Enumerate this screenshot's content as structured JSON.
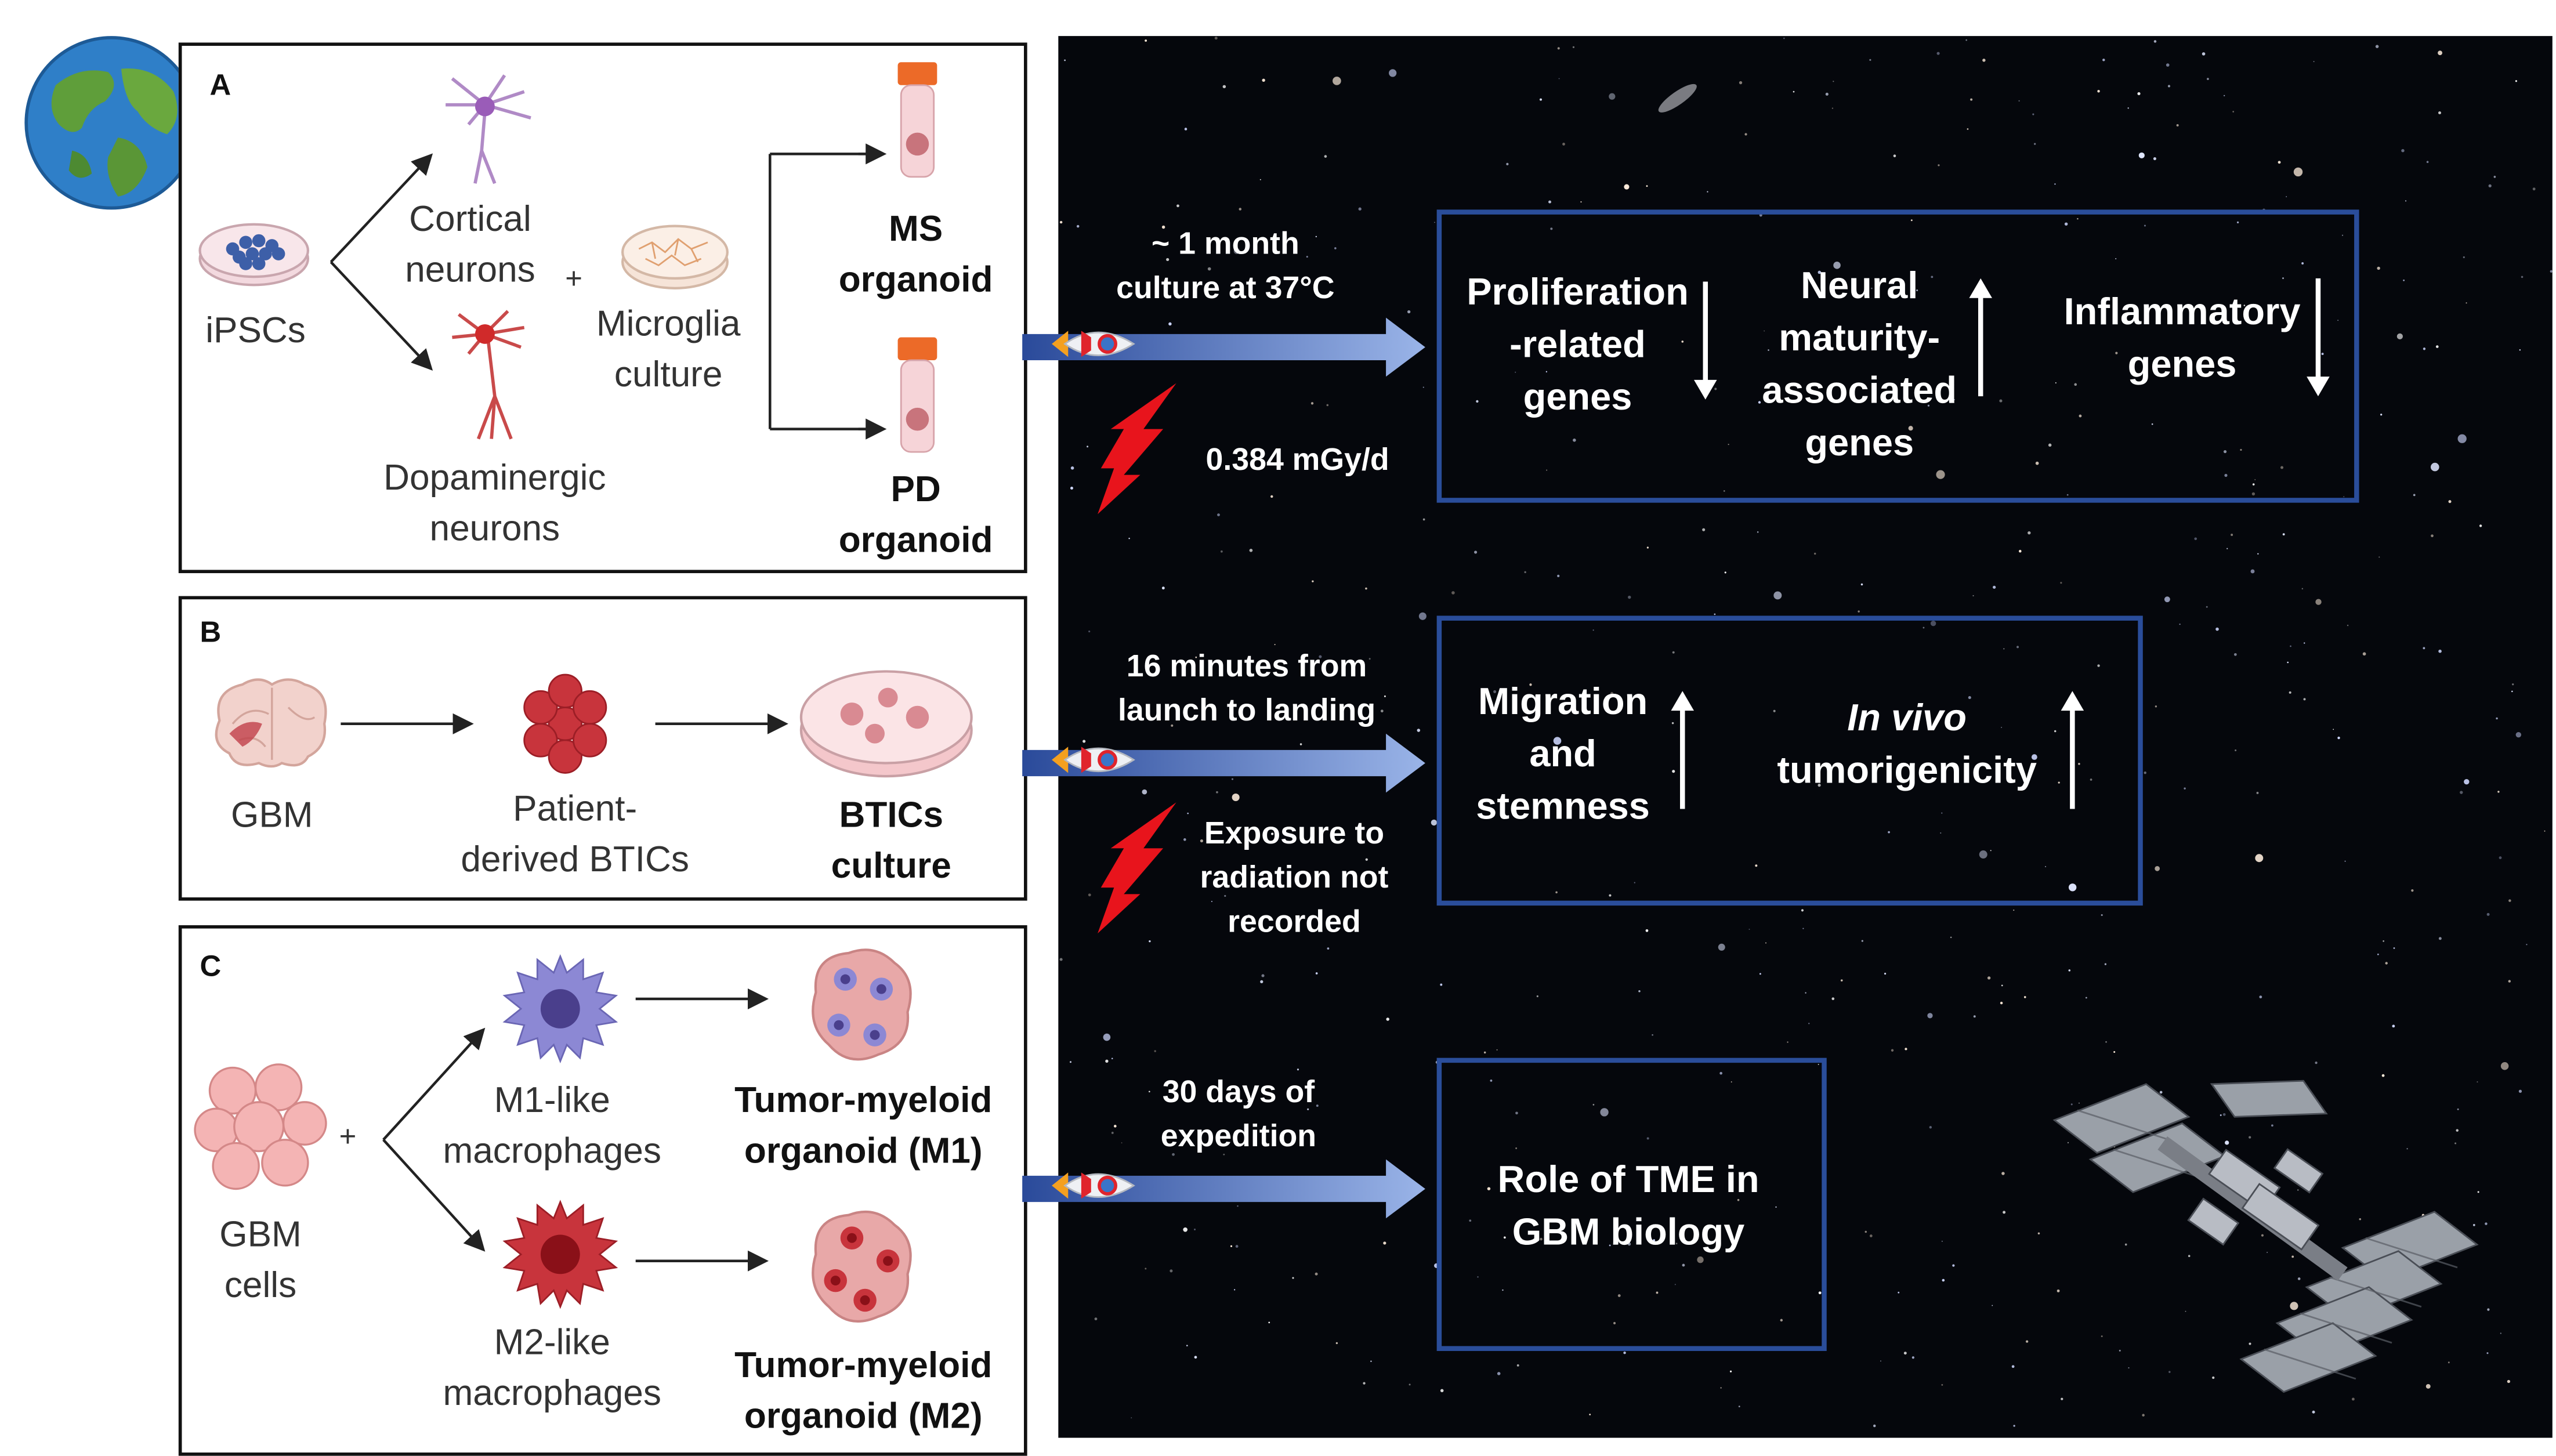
{
  "panels": {
    "a": {
      "letter": "A",
      "ipscs": "iPSCs",
      "cortical": [
        "Cortical",
        "neurons"
      ],
      "plus": "+",
      "microglia": [
        "Microglia",
        "culture"
      ],
      "dopaminergic": [
        "Dopaminergic",
        "neurons"
      ],
      "ms_organoid": [
        "MS",
        "organoid"
      ],
      "pd_organoid": [
        "PD",
        "organoid"
      ]
    },
    "b": {
      "letter": "B",
      "gbm": "GBM",
      "patient": [
        "Patient-",
        "derived BTICs"
      ],
      "btics": [
        "BTICs",
        "culture"
      ]
    },
    "c": {
      "letter": "C",
      "gbm_cells": [
        "GBM",
        "cells"
      ],
      "plus": "+",
      "m1": [
        "M1-like",
        "macrophages"
      ],
      "m2": [
        "M2-like",
        "macrophages"
      ],
      "tumor_m1": [
        "Tumor-myeloid",
        "organoid (M1)"
      ],
      "tumor_m2": [
        "Tumor-myeloid",
        "organoid (M2)"
      ]
    }
  },
  "space": {
    "a": {
      "arrow_text": [
        "~ 1 month",
        "culture at 37°C"
      ],
      "radiation": "0.384 mGy/d",
      "results": [
        {
          "label": [
            "Proliferation",
            "-related",
            "genes"
          ],
          "direction": "down"
        },
        {
          "label": [
            "Neural",
            "maturity-",
            "associated",
            "genes"
          ],
          "direction": "up"
        },
        {
          "label": [
            "Inflammatory",
            "genes"
          ],
          "direction": "down"
        }
      ]
    },
    "b": {
      "arrow_text": [
        "16 minutes from",
        "launch to landing"
      ],
      "radiation": [
        "Exposure to",
        "radiation not",
        "recorded"
      ],
      "results": [
        {
          "label": [
            "Migration",
            "and",
            "stemness"
          ],
          "direction": "up"
        },
        {
          "label_italic": "In vivo",
          "label": [
            "tumorigenicity"
          ],
          "direction": "up"
        }
      ]
    },
    "c": {
      "arrow_text": [
        "30 days of",
        "expedition"
      ],
      "results": [
        {
          "label": [
            "Role of TME in",
            "GBM biology"
          ]
        }
      ]
    }
  },
  "colors": {
    "box_border": "#2a4d9a",
    "arrow_blue": "#3a5fb0",
    "bolt_red": "#e8141c",
    "space_bg": "#05070c"
  },
  "icons": [
    "earth-icon",
    "petri-dish-icon",
    "neuron-icon",
    "microglia-dish-icon",
    "organoid-tube-icon",
    "brain-icon",
    "cell-cluster-icon",
    "macrophage-icon",
    "tumor-organoid-icon",
    "rocket-icon",
    "lightning-bolt-icon",
    "space-station-icon"
  ]
}
